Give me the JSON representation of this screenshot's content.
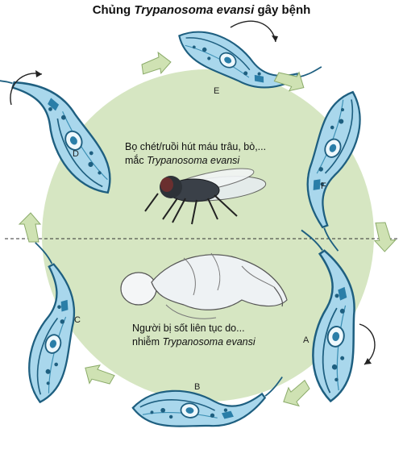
{
  "title": {
    "prefix": "Chủng ",
    "species": "Trypanosoma evansi",
    "suffix": " gây bệnh"
  },
  "fly_caption": {
    "line1": "Bọ chét/ruồi hút máu trâu, bò,...",
    "line2_prefix": "mắc ",
    "line2_species": "Trypanosoma evansi"
  },
  "human_caption": {
    "line1": "Người bị sốt liên tục do...",
    "line2_prefix": "nhiễm ",
    "line2_species": "Trypanosoma evansi"
  },
  "stages": {
    "A": "A",
    "B": "B",
    "C": "C",
    "D": "D",
    "E": "E",
    "F": "F"
  },
  "colors": {
    "circle": "#d6e6c2",
    "cell_body": "#a9d7ec",
    "cell_outline": "#1e5f80",
    "nucleus": "#2a7ea8",
    "arrow": "#cfe2b3",
    "arrow_outline": "#8bab6a"
  }
}
